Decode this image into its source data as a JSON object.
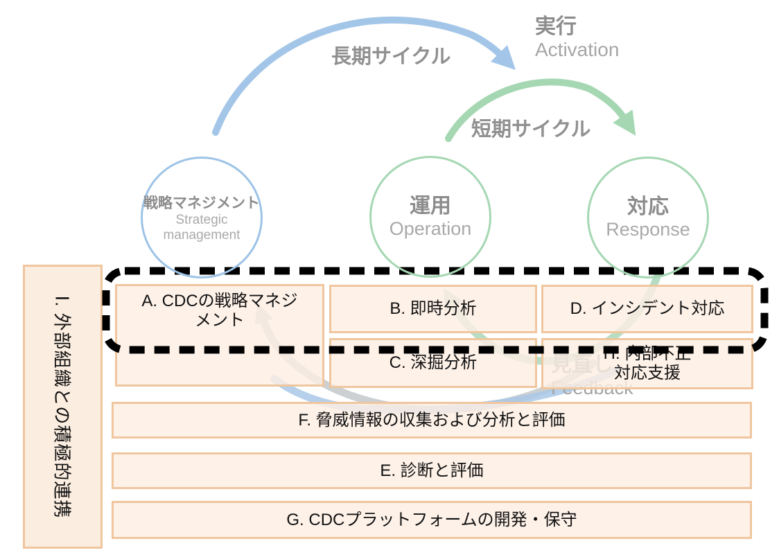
{
  "diagram": {
    "cycles": {
      "long_label": "長期サイクル",
      "short_label": "短期サイクル"
    },
    "stages": {
      "activation": {
        "jp": "実行",
        "en": "Activation"
      },
      "feedback": {
        "jp": "見直し",
        "en": "Feedback"
      }
    },
    "phases": {
      "strategic": {
        "jp": "戦略マネジメント",
        "en": "Strategic management"
      },
      "operation": {
        "jp": "運用",
        "en": "Operation"
      },
      "response": {
        "jp": "対応",
        "en": "Response"
      }
    },
    "boxes": {
      "i": {
        "label": "Ⅰ. 外部組織との積極的連携"
      },
      "a": {
        "label": "A. CDCの戦略マネジメント",
        "lines": [
          "A. CDCの戦略マネジ",
          "メント"
        ]
      },
      "b": {
        "label": "B. 即時分析"
      },
      "c": {
        "label": "C. 深掘分析"
      },
      "d": {
        "label": "D. インシデント対応"
      },
      "h": {
        "label": "H. 内部不正対応支援",
        "lines": [
          "H. 内部不正",
          "対応支援"
        ]
      },
      "f": {
        "label": "F. 脅威情報の収集および分析と評価"
      },
      "e": {
        "label": "E. 診断と評価"
      },
      "g": {
        "label": "G. CDCプラットフォームの開発・保守"
      }
    },
    "colors": {
      "cycle_blue": "#9DC3E6",
      "cycle_green": "#A5D7B2",
      "feedback_gray": "#C7CBCE",
      "box_fill": "#FBEEE3",
      "box_border": "#EFC69E",
      "dashed_frame": "#000000",
      "label_gray": "#8C8C8C"
    }
  }
}
